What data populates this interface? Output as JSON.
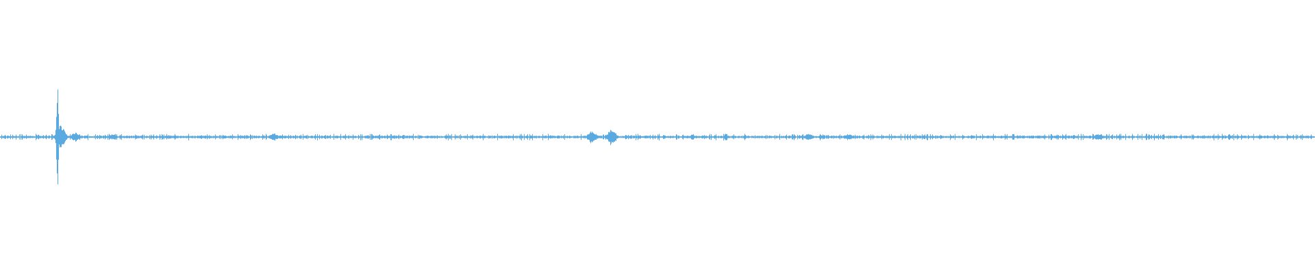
{
  "waveform": {
    "color": "#5aa9e0",
    "background": "#ffffff",
    "baseline_amplitude": 0.006,
    "noise_amplitude": 0.03,
    "events": [
      {
        "time": 0.0435,
        "amplitude": 0.64,
        "kind": "transient"
      },
      {
        "time": 0.046,
        "amplitude": 0.13,
        "kind": "burst"
      },
      {
        "time": 0.057,
        "amplitude": 0.05,
        "kind": "burst"
      },
      {
        "time": 0.085,
        "amplitude": 0.03,
        "kind": "burst"
      },
      {
        "time": 0.208,
        "amplitude": 0.04,
        "kind": "burst"
      },
      {
        "time": 0.45,
        "amplitude": 0.07,
        "kind": "burst"
      },
      {
        "time": 0.465,
        "amplitude": 0.09,
        "kind": "burst"
      },
      {
        "time": 0.615,
        "amplitude": 0.04,
        "kind": "burst"
      },
      {
        "time": 0.645,
        "amplitude": 0.035,
        "kind": "burst"
      },
      {
        "time": 0.835,
        "amplitude": 0.035,
        "kind": "burst"
      }
    ]
  }
}
